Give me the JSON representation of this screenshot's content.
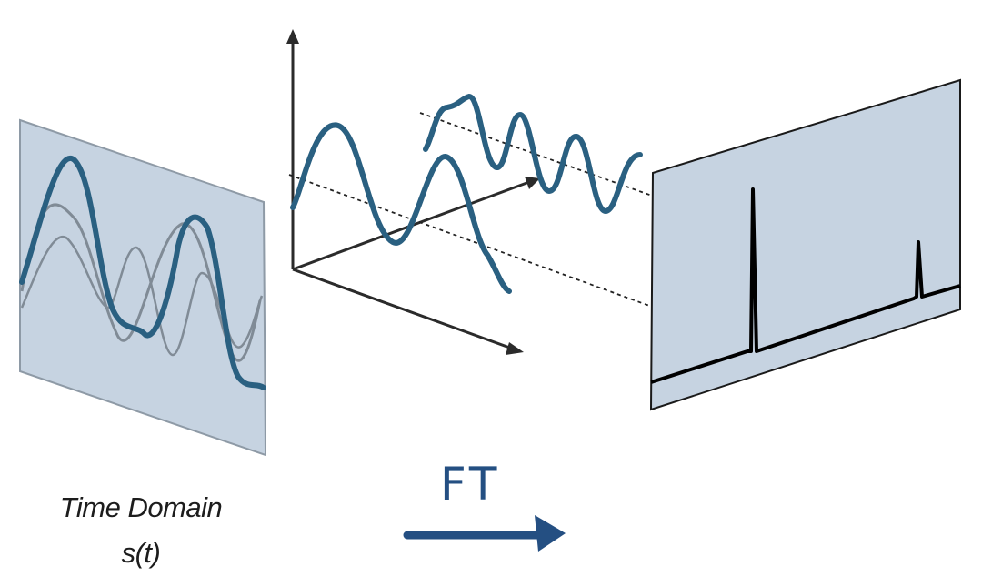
{
  "labels": {
    "time_domain": "Time Domain",
    "time_domain_sub": "s(t)",
    "transform": "FT"
  },
  "colors": {
    "panel_fill": "#c6d3e1",
    "panel_edge": "#8e9aa6",
    "wave": "#2a6081",
    "wave_faint": "#808b96",
    "axis": "#2b2b2b",
    "spectrum": "#000000",
    "arrow": "#244f82"
  },
  "icons": {
    "transform_arrow": "right-arrow-icon",
    "axis_arrowheads": "arrowhead-icon"
  }
}
